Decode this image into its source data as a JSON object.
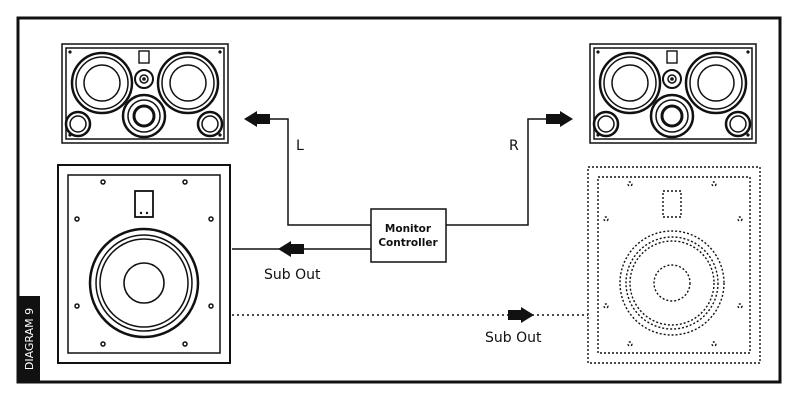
{
  "diagram": {
    "tag": "DIAGRAM 9",
    "labels": {
      "left": "L",
      "right": "R",
      "sub_out_left": "Sub Out",
      "sub_out_right": "Sub Out"
    },
    "controller": {
      "line1": "Monitor",
      "line2": "Controller"
    }
  }
}
